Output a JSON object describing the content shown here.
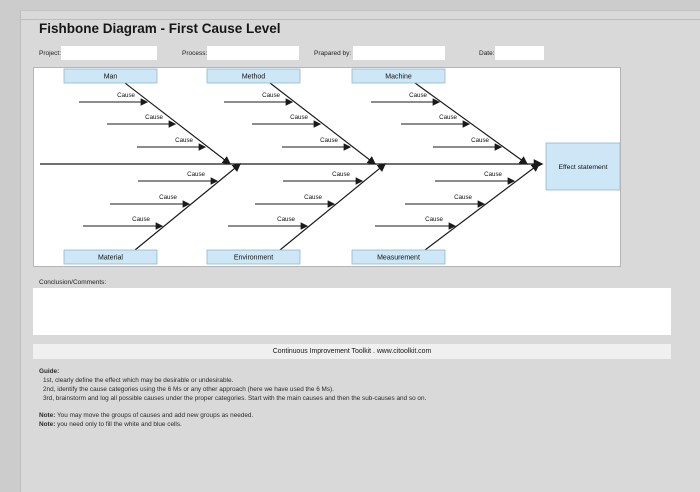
{
  "page": {
    "title": "Fishbone Diagram - First Cause Level"
  },
  "form": {
    "fields": [
      {
        "label": "Project:",
        "value": ""
      },
      {
        "label": "Process:",
        "value": ""
      },
      {
        "label": "Prapared by:",
        "value": ""
      },
      {
        "label": "Date:",
        "value": ""
      }
    ]
  },
  "diagram": {
    "top_categories": [
      "Man",
      "Method",
      "Machine"
    ],
    "bottom_categories": [
      "Material",
      "Environment",
      "Measurement"
    ],
    "cause_label": "Cause",
    "effect_label": "Effect statement"
  },
  "conclusion": {
    "label": "Conclusion/Comments:",
    "value": ""
  },
  "footer": {
    "text": "Continuous Improvement Toolkit . www.citoolkit.com"
  },
  "guide": {
    "heading": "Guide:",
    "steps": [
      "1st, clearly define the effect which may be desirable or undesirable.",
      "2nd, identify the cause categories using the 6 Ms or any other approach (here we have used the 6 Ms).",
      "3rd, brainstorm and log all possible causes under the proper categories. Start with the main causes and then the sub-causes and so on."
    ],
    "notes": [
      {
        "prefix": "Note:",
        "text": " You may move the groups of causes and add new groups as needed."
      },
      {
        "prefix": "Note:",
        "text": " you need only to fill the white and blue cells."
      }
    ]
  },
  "theme": {
    "category-fill": "#cde7f6",
    "category-border": "#8fb9d0",
    "line-color": "#1a1a1a",
    "page-bg": "#d9d9d9",
    "outer-bg": "#cccccc",
    "footer-bg": "#f0f0f0"
  }
}
